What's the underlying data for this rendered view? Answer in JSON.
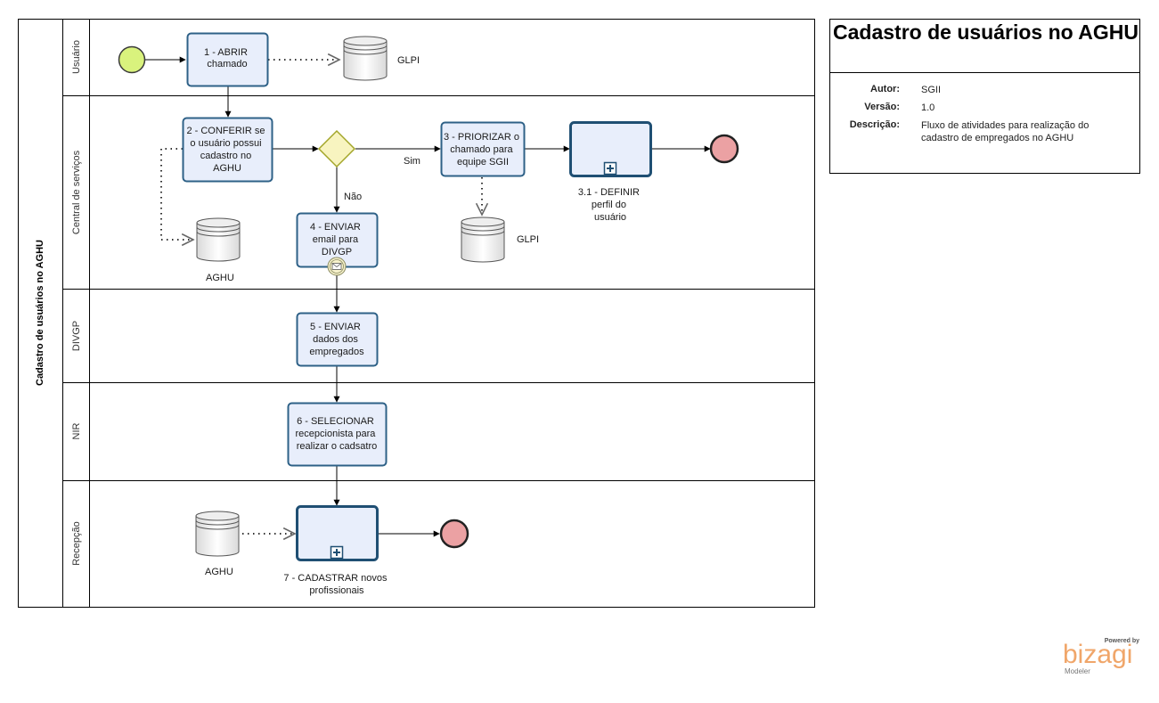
{
  "diagram": {
    "pool_label": "Cadastro de usuários no AGHU",
    "lanes": {
      "usuario": "Usuário",
      "central": "Central de serviços",
      "divgp": "DIVGP",
      "nir": "NIR",
      "recepcao": "Recepção"
    },
    "tasks": {
      "t1": [
        "1 - ABRIR",
        "chamado"
      ],
      "t2": [
        "2 -  CONFERIR se",
        "o usuário possui",
        "cadastro no",
        "AGHU"
      ],
      "t3": [
        "3 - PRIORIZAR o",
        "chamado para",
        "equipe SGII"
      ],
      "t31": [
        "3.1 - DEFINIR",
        "perfil do",
        "usuário"
      ],
      "t4": [
        "4 - ENVIAR",
        "email para",
        "DIVGP"
      ],
      "t5": [
        "5 - ENVIAR",
        "dados dos",
        "empregados"
      ],
      "t6": [
        "6 - SELECIONAR",
        "recepcionista para",
        "realizar o cadsatro"
      ],
      "t7": [
        "7 - CADASTRAR novos",
        "profissionais"
      ]
    },
    "data_stores": {
      "glpi_top": "GLPI",
      "aghu_central": "AGHU",
      "glpi_central": "GLPI",
      "aghu_recepcao": "AGHU"
    },
    "flow_labels": {
      "sim": "Sim",
      "nao": "Não"
    }
  },
  "info": {
    "title": "Cadastro de usuários no AGHU",
    "author_label": "Autor:",
    "author": "SGII",
    "version_label": "Versão:",
    "version": "1.0",
    "description_label": "Descrição:",
    "description": "Fluxo de atividades para realização do cadastro de empregados no AGHU"
  },
  "branding": {
    "powered_by": "Powered by",
    "name": "bizagi",
    "product": "Modeler"
  }
}
